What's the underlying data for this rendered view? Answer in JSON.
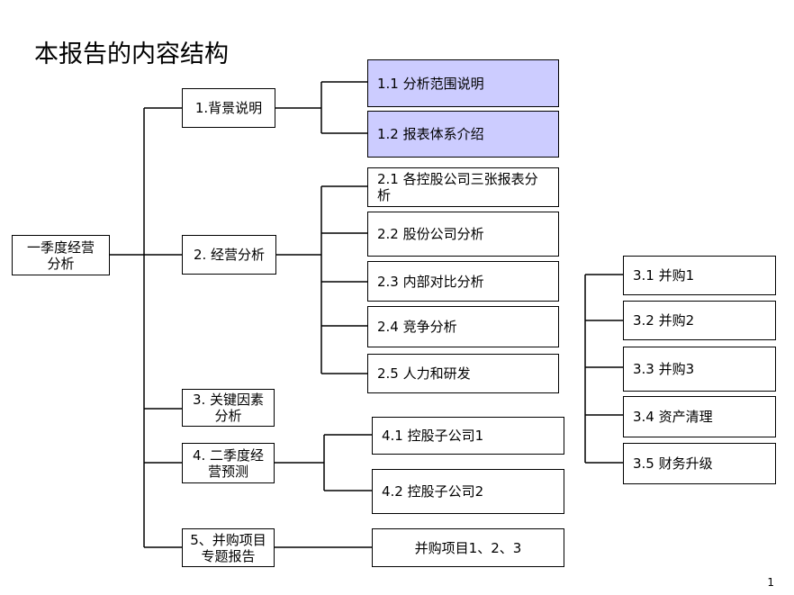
{
  "title": "本报告的内容结构",
  "page_number": "1",
  "root": {
    "label": "一季度经营分析"
  },
  "sections": [
    {
      "label": "1.背景说明"
    },
    {
      "label": "2. 经营分析"
    },
    {
      "label": "3. 关键因素分析"
    },
    {
      "label": "4. 二季度经营预测"
    },
    {
      "label": "5、并购项目专题报告"
    }
  ],
  "subitems": {
    "s1": [
      "1.1  分析范围说明",
      "1.2  报表体系介绍"
    ],
    "s2": [
      "2.1  各控股公司三张报表分析",
      "2.2  股份公司分析",
      "2.3 内部对比分析",
      "2.4 竞争分析",
      "2.5 人力和研发"
    ],
    "s3": [
      "3.1  并购1",
      "3.2  并购2",
      "3.3  并购3",
      "3.4   资产清理",
      "3.5  财务升级"
    ],
    "s4": [
      "4.1  控股子公司1",
      "4.2   控股子公司2"
    ],
    "s5": [
      "并购项目1、2、3"
    ]
  },
  "colors": {
    "highlight": "#ccccff",
    "line": "#000000"
  }
}
